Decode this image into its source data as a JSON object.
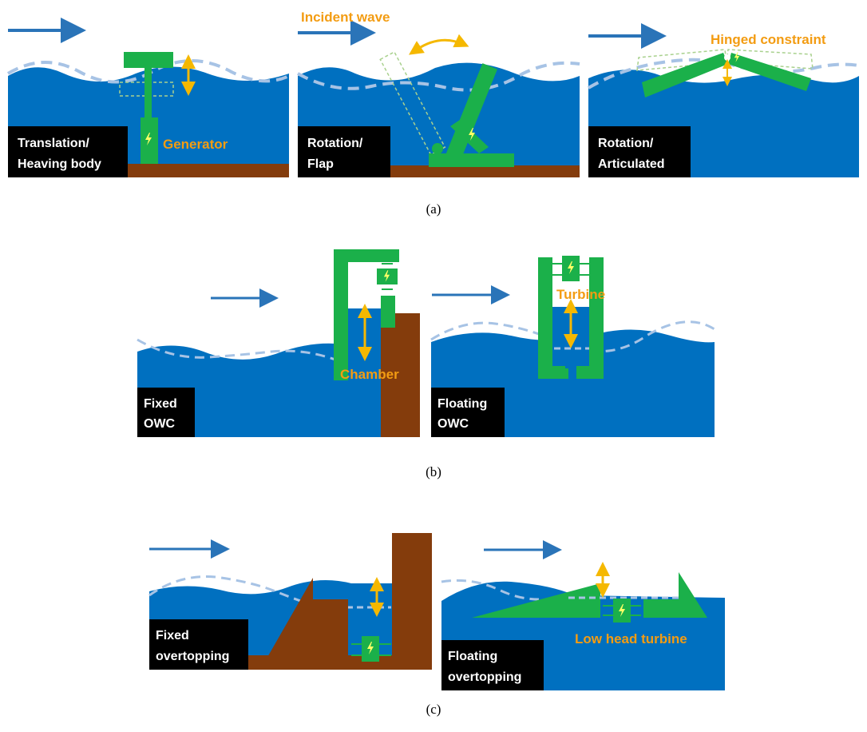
{
  "colors": {
    "sea": "#0070c0",
    "wave_line": "#a7c3e5",
    "device": "#1bb04a",
    "seabed": "#843c0c",
    "arrow": "#2a74b8",
    "annotation": "#f39c12",
    "label_bg": "#000000",
    "label_text": "#ffffff"
  },
  "panels": {
    "heaving": {
      "label_line1": "Translation/",
      "label_line2": "Heaving body",
      "annotation": "Generator"
    },
    "flap": {
      "label_line1": "Rotation/",
      "label_line2": "Flap",
      "annotation": "Incident wave"
    },
    "articulated": {
      "label_line1": "Rotation/",
      "label_line2": "Articulated",
      "annotation": "Hinged constraint"
    },
    "fixed_owc": {
      "label_line1": "Fixed",
      "label_line2": "OWC",
      "annotation": "Chamber"
    },
    "floating_owc": {
      "label_line1": "Floating",
      "label_line2": "OWC",
      "annotation": "Turbine"
    },
    "fixed_overtopping": {
      "label_line1": "Fixed",
      "label_line2": "overtopping"
    },
    "floating_overtopping": {
      "label_line1": "Floating",
      "label_line2": "overtopping",
      "annotation": "Low head turbine"
    }
  },
  "captions": {
    "a": "(a)",
    "b": "(b)",
    "c": "(c)"
  },
  "icons": [
    "arrow-right-icon",
    "lightning-bolt-icon",
    "double-arrow-icon",
    "curved-double-arrow-icon"
  ]
}
